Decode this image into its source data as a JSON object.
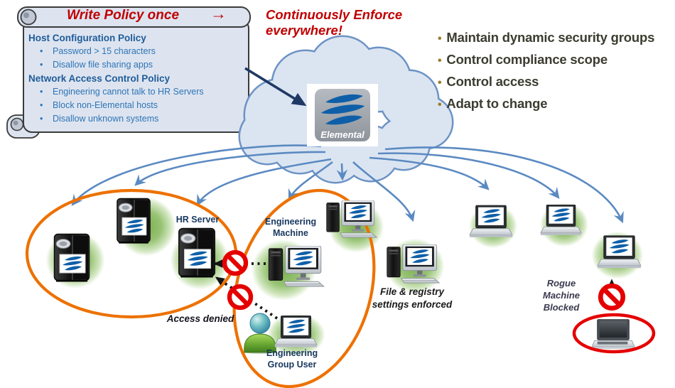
{
  "scroll": {
    "title": "Write Policy once",
    "title_arrow": "→",
    "bullet": "•",
    "sections": [
      {
        "heading": "Host Configuration Policy",
        "items": [
          "Password > 15 characters",
          "Disallow file sharing apps"
        ]
      },
      {
        "heading": "Network Access Control Policy",
        "items": [
          "Engineering cannot talk to HR Servers",
          "Block non-Elemental hosts",
          "Disallow unknown systems"
        ]
      }
    ]
  },
  "tagline": "Continuously Enforce everywhere!",
  "benefits": {
    "bullet": "•",
    "items": [
      "Maintain dynamic security groups",
      "Control compliance scope",
      "Control access",
      "Adapt to change"
    ]
  },
  "cloud": {
    "brand": "Elemental"
  },
  "node_labels": {
    "hr_server": "HR Server",
    "engineering_machine": "Engineering Machine",
    "engineering_group_user": "Engineering Group User",
    "access_denied": "Access denied",
    "file_registry": "File & registry settings enforced",
    "rogue_blocked": "Rogue Machine Blocked"
  },
  "colors": {
    "headline_red": "#C00000",
    "policy_heading_blue": "#1F5C99",
    "policy_item_blue": "#2E74B5",
    "node_label_blue": "#17375E",
    "group_ellipse_orange": "#ED7100",
    "flow_arrow_blue": "#5B8AC2",
    "deny_red": "#E50000",
    "glow_green": "#6FAE3E",
    "benefit_text": "#3C3C30",
    "cloud_fill": "#DBE5F1",
    "cloud_stroke": "#6D93C5",
    "policy_arrow_navy": "#1F3864"
  }
}
